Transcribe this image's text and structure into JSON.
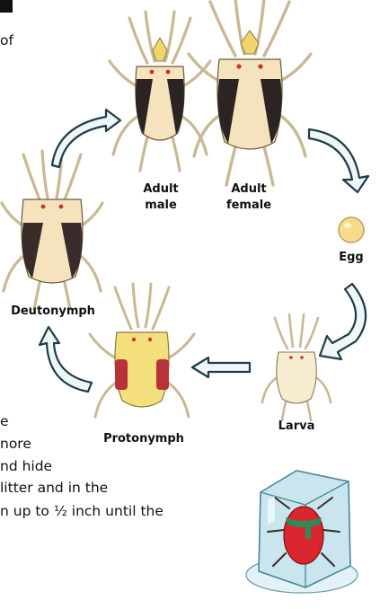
{
  "intro_fragment": "of",
  "stages": {
    "adult_male": [
      "Adult",
      "male"
    ],
    "adult_female": [
      "Adult",
      "female"
    ],
    "egg": "Egg",
    "larva": "Larva",
    "protonymph": "Protonymph",
    "deutonymph": "Deutonymph"
  },
  "body_fragments": [
    "e",
    "nore",
    "nd hide",
    "litter and in the",
    "n up to ½ inch until the"
  ],
  "colors": {
    "mite_body": "#f4e3bd",
    "mite_dark": "#2b2422",
    "larva_body": "#f6ecd0",
    "protonymph_body": "#f3e07d",
    "protonymph_patch": "#b8323a",
    "egg": "#f6dc8a",
    "arrow_fill": "#eef6f7",
    "arrow_stroke": "#1e3d48",
    "ice": "#c9e6ee",
    "frozen_mite": "#d9262f",
    "scarf": "#2e8b57"
  },
  "icons": [
    "frozen-mite-ice-cube-icon"
  ]
}
